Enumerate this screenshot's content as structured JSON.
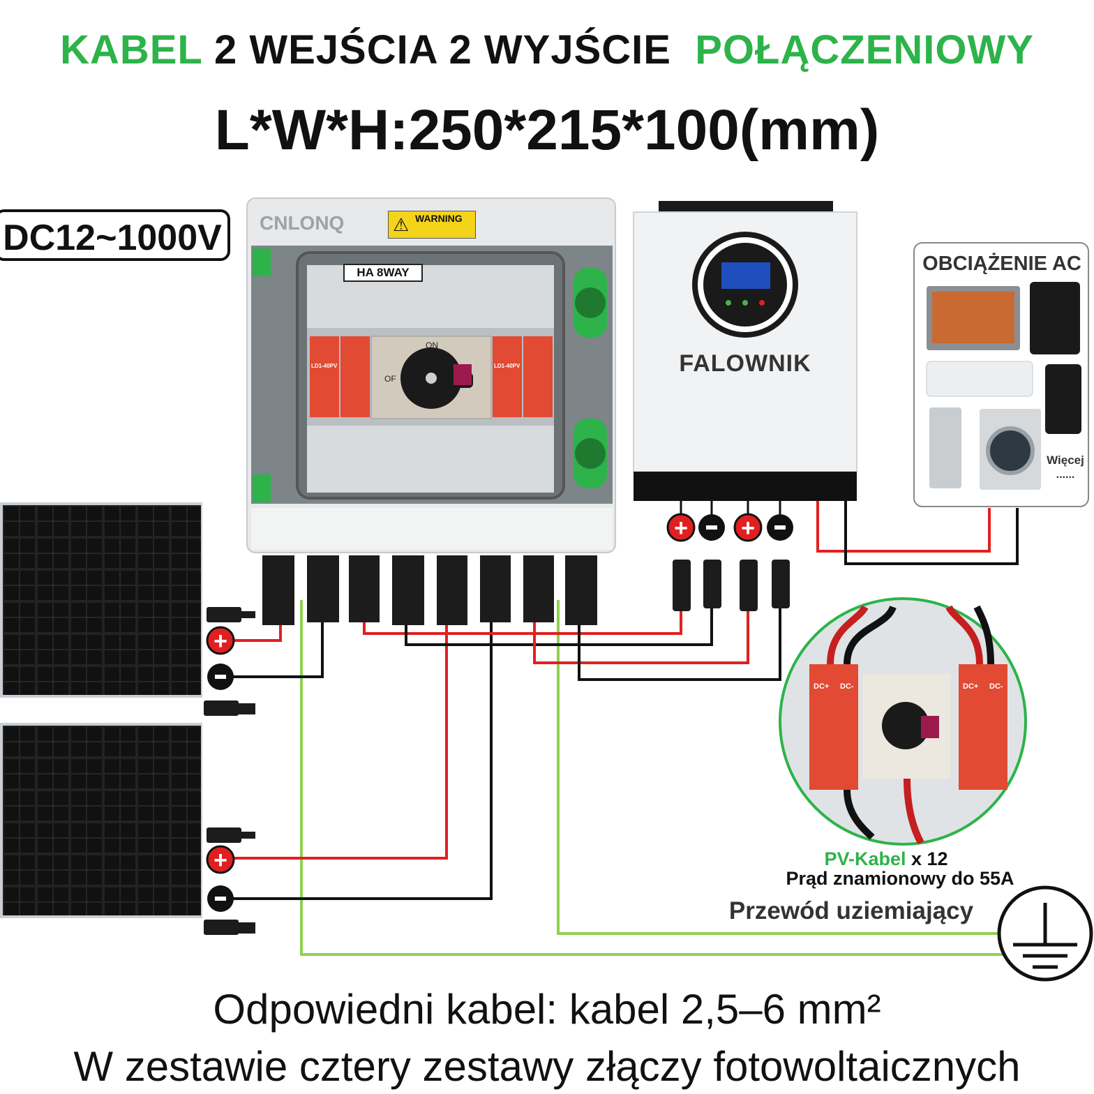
{
  "header": {
    "title_part1": "KABEL",
    "title_part2": "2 WEJŚCIA 2 WYJŚCIE",
    "title_part3": "POŁĄCZENIOWY",
    "dimensions": "L*W*H:250*215*100(mm)"
  },
  "voltage_badge": "DC12~1000V",
  "combiner_box": {
    "brand": "CNLONQ",
    "warning": "WARNING",
    "model": "HA 8WAY",
    "switch_on": "ON",
    "switch_off": "OF",
    "spd_model": "LD1-40PV"
  },
  "inverter": {
    "label": "FALOWNIK",
    "terminals": [
      "+",
      "-",
      "+",
      "-"
    ]
  },
  "ac_load": {
    "title": "OBCIĄŻENIE AC",
    "more": "Więcej",
    "dots": "......"
  },
  "panels": {
    "terminals": [
      "+",
      "-",
      "+",
      "-"
    ]
  },
  "inset": {
    "spd_labels": [
      "DC+",
      "DC-",
      "DC+",
      "DC-"
    ],
    "cable_label": "PV-Kabel",
    "cable_count": "x 12",
    "rated_current": "Prąd znamionowy do 55A"
  },
  "ground_label": "Przewód uziemiający",
  "footer": {
    "line1": "Odpowiedni kabel: kabel 2,5–6 mm²",
    "line2": "W zestawie cztery zestawy złączy fotowoltaicznych"
  },
  "colors": {
    "accent_green": "#2db34a",
    "wire_red": "#e02020",
    "wire_black": "#111111",
    "ground_green": "#8fd14f"
  }
}
